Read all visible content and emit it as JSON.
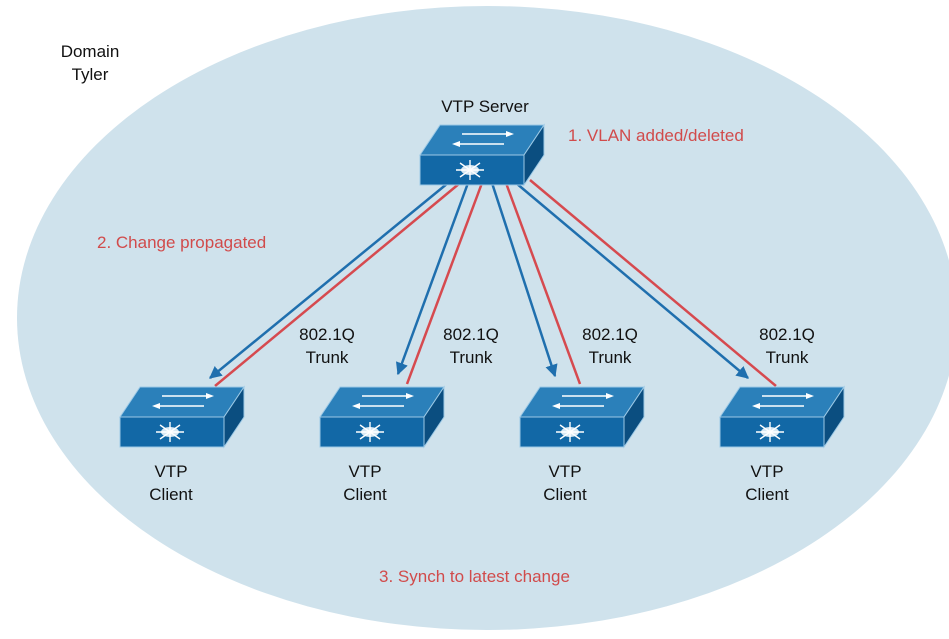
{
  "domain": {
    "line1": "Domain",
    "line2": "Tyler"
  },
  "server": {
    "label": "VTP Server"
  },
  "notes": {
    "step1": "1. VLAN added/deleted",
    "step2": "2. Change propagated",
    "step3": "3. Synch to latest change"
  },
  "trunks": [
    {
      "line1": "802.1Q",
      "line2": "Trunk"
    },
    {
      "line1": "802.1Q",
      "line2": "Trunk"
    },
    {
      "line1": "802.1Q",
      "line2": "Trunk"
    },
    {
      "line1": "802.1Q",
      "line2": "Trunk"
    }
  ],
  "clients": [
    {
      "line1": "VTP",
      "line2": "Client"
    },
    {
      "line1": "VTP",
      "line2": "Client"
    },
    {
      "line1": "VTP",
      "line2": "Client"
    },
    {
      "line1": "VTP",
      "line2": "Client"
    }
  ],
  "colors": {
    "ellipse": "#cfe2ec",
    "switch_top": "#2b80ba",
    "switch_front": "#1268a6",
    "switch_side": "#0b4e80",
    "blue_link": "#1f6fae",
    "red_link": "#d64a4f",
    "note_text": "#d14b4b"
  }
}
